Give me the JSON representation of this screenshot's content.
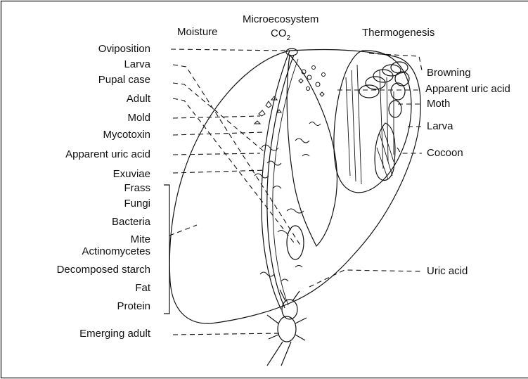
{
  "header": {
    "moisture": "Moisture",
    "micro": "Microecosystem",
    "co2": "CO",
    "co2_sub": "2",
    "thermo": "Thermogenesis"
  },
  "left_labels": {
    "oviposition": "Oviposition",
    "larva": "Larva",
    "pupal_case": "Pupal case",
    "adult": "Adult",
    "mold": "Mold",
    "mycotoxin": "Mycotoxin",
    "uric_acid": "Apparent uric acid",
    "exuviae": "Exuviae",
    "frass": "Frass",
    "fungi": "Fungi",
    "bacteria": "Bacteria",
    "mite": "Mite",
    "actinomycetes": "Actinomycetes",
    "starch": "Decomposed starch",
    "fat": "Fat",
    "protein": "Protein",
    "emerging": "Emerging adult"
  },
  "right_labels": {
    "browning": "Browning",
    "uric_acid": "Apparent uric acid",
    "moth": "Moth",
    "larva": "Larva",
    "cocoon": "Cocoon",
    "uric_acid_bottom": "Uric acid"
  }
}
